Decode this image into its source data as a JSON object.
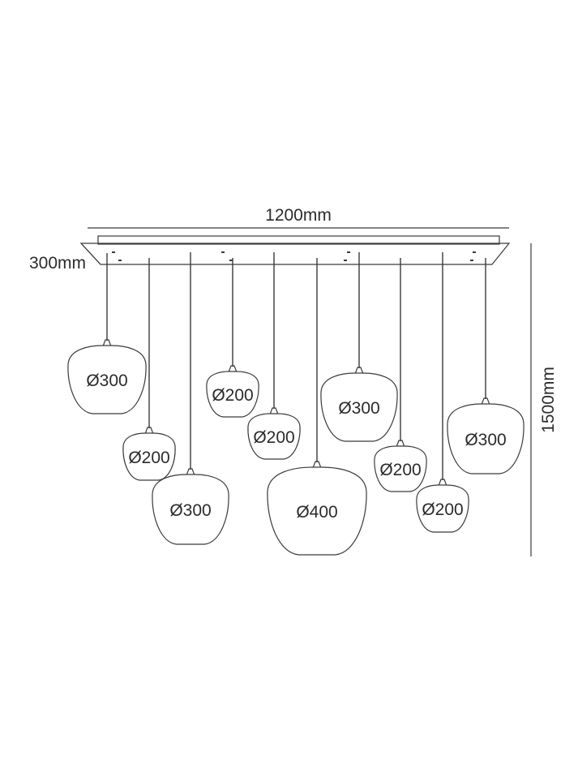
{
  "dimensions": {
    "width": "1200mm",
    "depth": "300mm",
    "height": "1500mm"
  },
  "pendants": [
    {
      "label": "Ø300"
    },
    {
      "label": "Ø200"
    },
    {
      "label": "Ø300"
    },
    {
      "label": "Ø200"
    },
    {
      "label": "Ø200"
    },
    {
      "label": "Ø400"
    },
    {
      "label": "Ø300"
    },
    {
      "label": "Ø200"
    },
    {
      "label": "Ø200"
    },
    {
      "label": "Ø300"
    }
  ]
}
